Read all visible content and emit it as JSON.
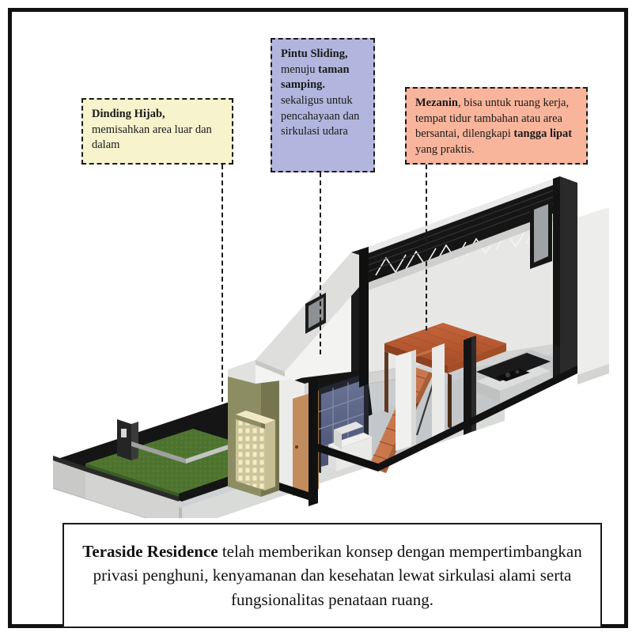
{
  "frame": {
    "border_color": "#111111"
  },
  "callouts": [
    {
      "id": "hijab",
      "bg": "#f6f3cd",
      "bold_lead": "Dinding Hijab,",
      "rest": " memisahkan area luar dan dalam",
      "full_text": "Dinding Hijab, memisahkan area luar dan dalam"
    },
    {
      "id": "sliding",
      "bg": "#b2b6de",
      "bold_lead": "Pintu Sliding,",
      "mid_normal": " menuju ",
      "bold_mid": "taman samping.",
      "rest": " sekaligus untuk pencahayaan dan sirkulasi udara",
      "full_text": "Pintu Sliding, menuju taman samping. sekaligus untuk pencahayaan dan sirkulasi udara"
    },
    {
      "id": "mezanin",
      "bg": "#f8b59b",
      "bold_lead": "Mezanin",
      "mid_normal": ", bisa untuk ruang kerja, tempat tidur tambahan atau area bersantai, dilengkapi ",
      "bold_mid": "tangga lipat",
      "rest": " yang praktis.",
      "full_text": "Mezanin, bisa untuk ruang kerja, tempat tidur tambahan atau area bersantai, dilengkapi tangga lipat yang praktis."
    }
  ],
  "caption": {
    "bold_lead": "Teraside Residence",
    "rest": " telah memberikan konsep dengan mempertimbangkan privasi penghuni, kenyamanan dan kesehatan lewat sirkulasi alami serta fungsionalitas penataan ruang.",
    "full_text": "Teraside Residence telah memberikan konsep dengan mempertimbangkan privasi penghuni, kenyamanan dan kesehatan lewat sirkulasi alami serta fungsionalitas penataan ruang."
  },
  "drawing": {
    "title": "isometric-cutaway-house-section",
    "colors": {
      "wall_white": "#f2f2f0",
      "wall_shadow": "#d8d9d7",
      "wall_interior": "#e6e6e4",
      "floor": "#cfd2d4",
      "hijab_wall": "#8b8b63",
      "hijab_wall_light": "#a3a377",
      "roster_block": "#ddd6a8",
      "grass": "#4f7430",
      "mezzanine_wood": "#b8562d",
      "mezzanine_wood_edge": "#8c3f20",
      "ladder_wood": "#c9734a",
      "door_wood": "#c08a5a",
      "sliding_door": "#5a6384",
      "sliding_frame": "#2a2c38",
      "steel_black": "#121212",
      "counter_black": "#1a1a1a",
      "sofa": "#e9e9e7",
      "curb": "#c8c9c7"
    },
    "elements": [
      "green-lawn",
      "hijab-wall",
      "roster-block-screen",
      "gate-post",
      "white-facade-wall",
      "small-window",
      "sliding-door-grid",
      "sofa",
      "wooden-door",
      "mezzanine-platform",
      "folding-ladder",
      "kitchen-counter",
      "cooktop",
      "exposed-steel-truss-roof",
      "floor-slab"
    ]
  }
}
